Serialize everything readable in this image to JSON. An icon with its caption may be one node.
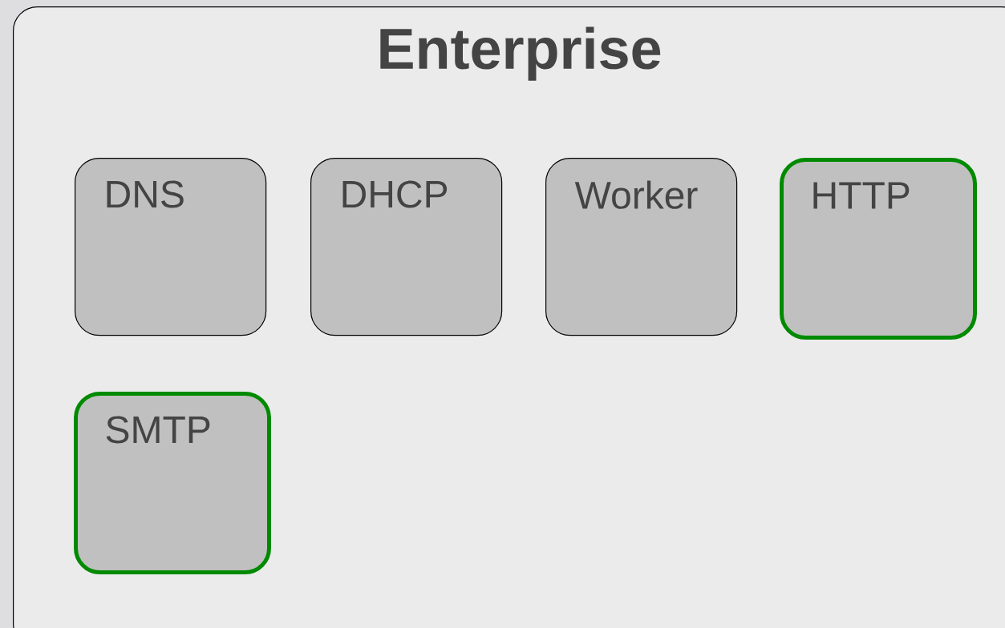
{
  "diagram": {
    "nodes": [
      {
        "text": [
          "Enterprise"
        ]
      },
      {
        "text": [
          "DNS"
        ],
        "in": 0
      },
      {
        "text": [
          "DHCP"
        ],
        "in": 0
      },
      {
        "text": [
          "Worker"
        ],
        "in": 0
      },
      {
        "text": [
          "HTTP"
        ],
        "in": 0
      },
      {
        "text": [
          "SMTP"
        ],
        "in": 0
      }
    ]
  }
}
